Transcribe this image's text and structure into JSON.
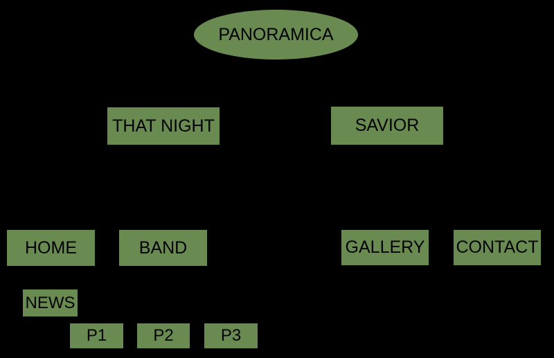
{
  "colors": {
    "background": "#000000",
    "node_fill": "#698b51",
    "node_text": "#000000"
  },
  "nodes": [
    {
      "id": "panoramica",
      "label": "PANORAMICA",
      "shape": "ellipse"
    },
    {
      "id": "that-night",
      "label": "THAT NIGHT",
      "shape": "rect"
    },
    {
      "id": "savior",
      "label": "SAVIOR",
      "shape": "rect"
    },
    {
      "id": "home",
      "label": "HOME",
      "shape": "rect"
    },
    {
      "id": "band",
      "label": "BAND",
      "shape": "rect"
    },
    {
      "id": "gallery",
      "label": "GALLERY",
      "shape": "rect"
    },
    {
      "id": "contact",
      "label": "CONTACT",
      "shape": "rect"
    },
    {
      "id": "news",
      "label": "NEWS",
      "shape": "rect"
    },
    {
      "id": "p1",
      "label": "P1",
      "shape": "rect"
    },
    {
      "id": "p2",
      "label": "P2",
      "shape": "rect"
    },
    {
      "id": "p3",
      "label": "P3",
      "shape": "rect"
    }
  ]
}
